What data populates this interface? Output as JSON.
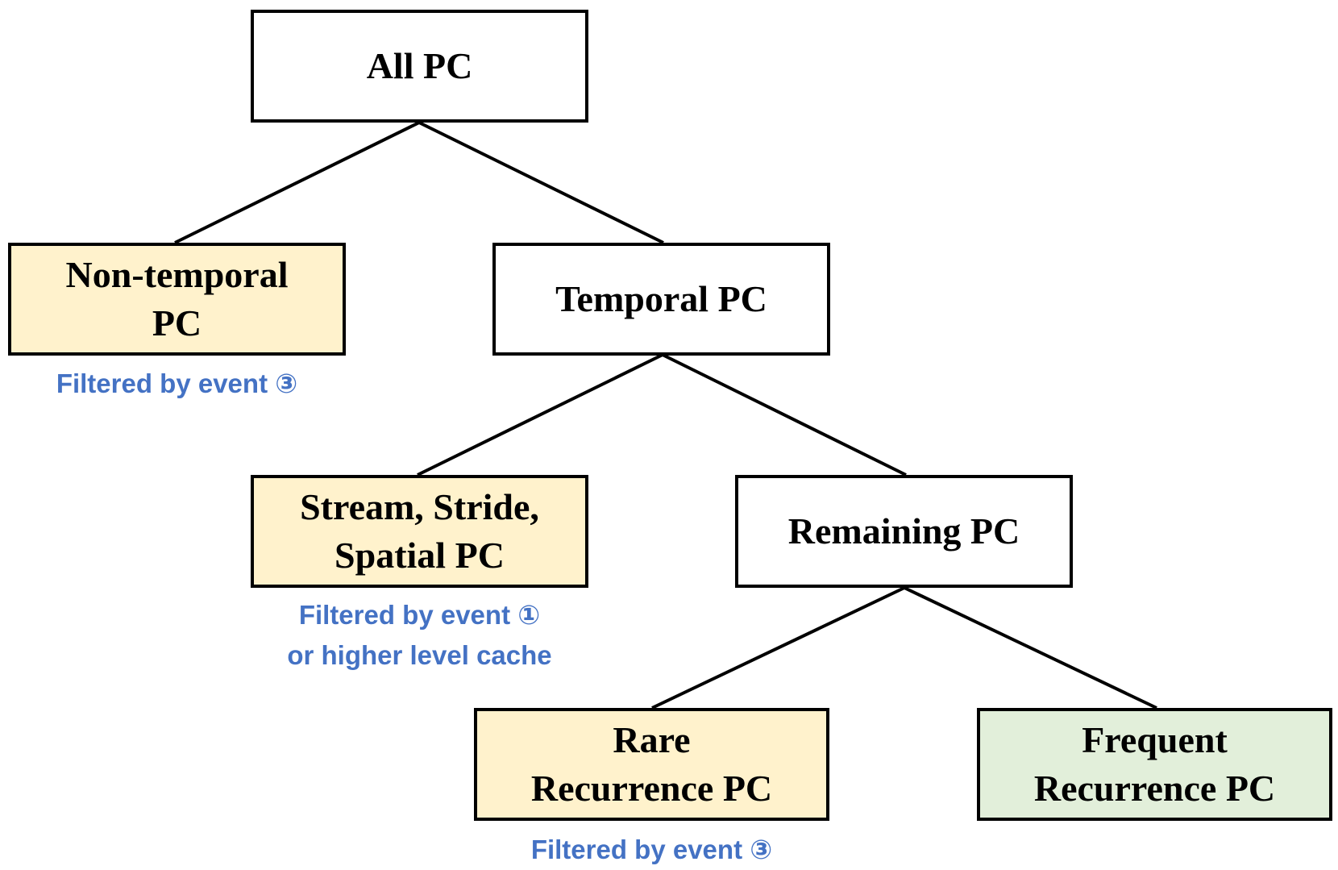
{
  "colors": {
    "box_border": "#000000",
    "box_white": "#ffffff",
    "box_yellow": "#fff2cc",
    "box_green": "#e2efda",
    "note_text": "#4472c4",
    "edge": "#000000"
  },
  "nodes": {
    "all_pc": "All PC",
    "non_temporal_pc": "Non-temporal\nPC",
    "temporal_pc": "Temporal PC",
    "stream_stride_spatial_pc": "Stream, Stride,\nSpatial PC",
    "remaining_pc": "Remaining PC",
    "rare_recurrence_pc": "Rare\nRecurrence PC",
    "frequent_recurrence_pc": "Frequent\nRecurrence PC"
  },
  "notes": {
    "non_temporal_note": "Filtered by event ③",
    "stream_note": "Filtered by event ①\nor higher level cache",
    "rare_note": "Filtered by event ③"
  }
}
